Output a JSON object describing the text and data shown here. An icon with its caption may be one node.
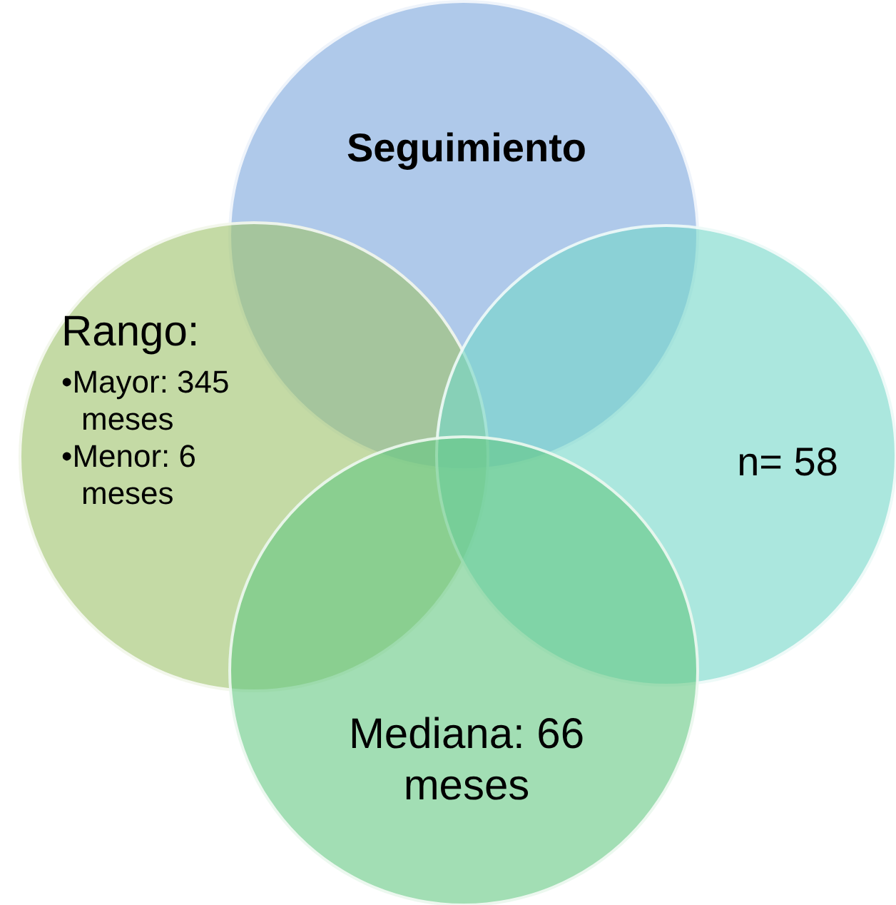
{
  "diagram": {
    "nodes": [
      {
        "text": [
          "Seguimiento"
        ]
      },
      {
        "text": [
          "Rango:",
          "•Mayor: 345 meses",
          "•Menor: 6 meses"
        ]
      },
      {
        "text": [
          "n= 58"
        ]
      },
      {
        "text": [
          "Mediana: 66 meses"
        ]
      }
    ]
  }
}
